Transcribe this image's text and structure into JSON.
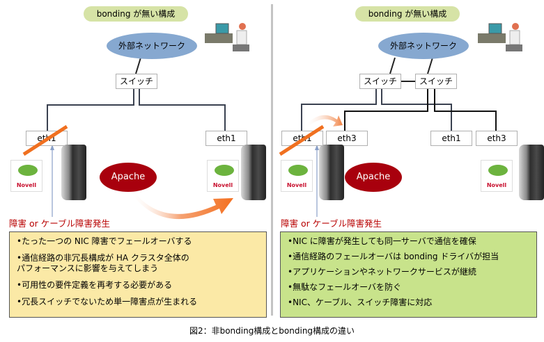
{
  "left": {
    "title": "bonding が無い構成",
    "network": "外部ネットワーク",
    "switch": "スイッチ",
    "nic_failed": "eth1",
    "nic_standby": "eth1",
    "service": "Apache",
    "novell_label": "Novell",
    "fault_label": "障害 or ケーブル障害発生",
    "bullets": [
      "•たった一つの NIC 障害でフェールオーバする",
      "•通信経路の非冗長構成が HA クラスタ全体の\nパフォーマンスに影響を与えてしまう",
      "•可用性の要件定義を再考する必要がある",
      "•冗長スイッチでないため単一障害点が生まれる"
    ]
  },
  "right": {
    "title": "bonding が無い構成",
    "network": "外部ネットワーク",
    "switch_a": "スイッチ",
    "switch_b": "スイッチ",
    "nics": [
      "eth1",
      "eth3",
      "eth1",
      "eth3"
    ],
    "service": "Apache",
    "novell_label": "Novell",
    "fault_label": "障害 or ケーブル障害発生",
    "bullets": [
      "•NIC に障害が発生しても同一サーバで通信を確保",
      "•通信経路のフェールオーバは bonding ドライバが担当",
      "•アプリケーションやネットワークサービスが継続",
      "•無駄なフェールオーバを防ぐ",
      "•NIC、ケーブル、スイッチ障害に対応"
    ]
  },
  "caption": "図2：非bonding構成とbonding構成の違い",
  "colors": {
    "pill": "#d6e3a6",
    "cloud": "#86a8d0",
    "apache": "#a8000d",
    "fault_text": "#b80000",
    "fail_slash": "#f07020",
    "panel_left": "#fbe9a6",
    "panel_right": "#c8e38b"
  }
}
